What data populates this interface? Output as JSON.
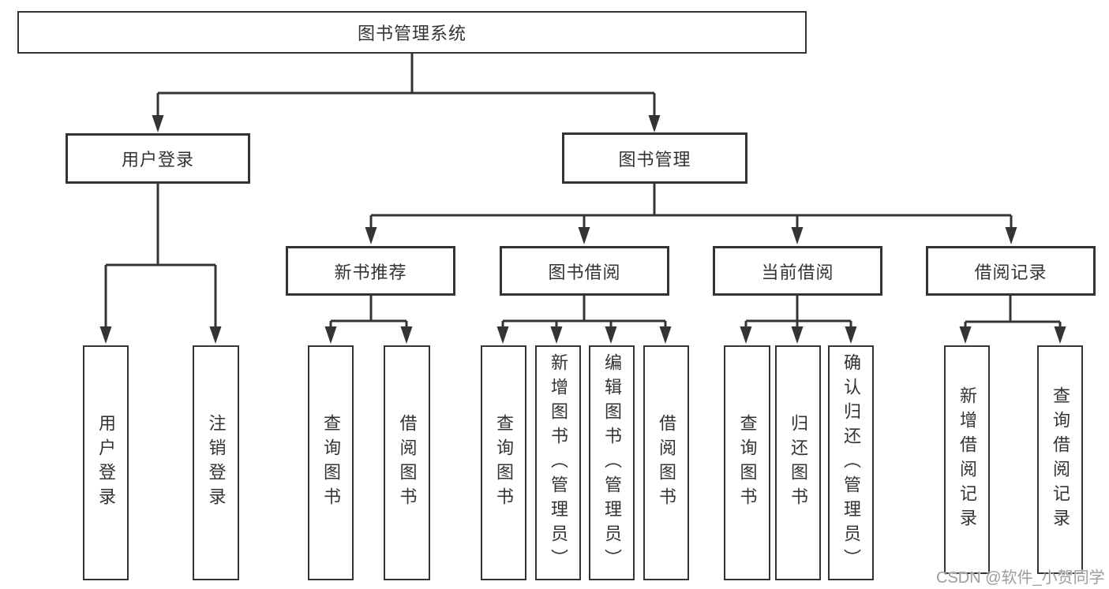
{
  "tree": {
    "root": {
      "label": "图书管理系统"
    },
    "branches": [
      {
        "label": "用户登录",
        "children": [
          {
            "label": "用户登录"
          },
          {
            "label": "注销登录"
          }
        ]
      },
      {
        "label": "图书管理",
        "children": [
          {
            "label": "新书推荐",
            "children": [
              {
                "label": "查询图书"
              },
              {
                "label": "借阅图书"
              }
            ]
          },
          {
            "label": "图书借阅",
            "children": [
              {
                "label": "查询图书"
              },
              {
                "label": "新增图书（管理员）"
              },
              {
                "label": "编辑图书（管理员）"
              },
              {
                "label": "借阅图书"
              }
            ]
          },
          {
            "label": "当前借阅",
            "children": [
              {
                "label": "查询图书"
              },
              {
                "label": "归还图书"
              },
              {
                "label": "确认归还（管理员）"
              }
            ]
          },
          {
            "label": "借阅记录",
            "children": [
              {
                "label": "新增借阅记录"
              },
              {
                "label": "查询借阅记录"
              }
            ]
          }
        ]
      }
    ]
  },
  "watermark": {
    "text": "CSDN @软件_小贺同学"
  },
  "colors": {
    "line": "#343434",
    "box_border": "#343434",
    "text": "#333333",
    "watermark": "#9c9ca2",
    "background": "#ffffff"
  }
}
